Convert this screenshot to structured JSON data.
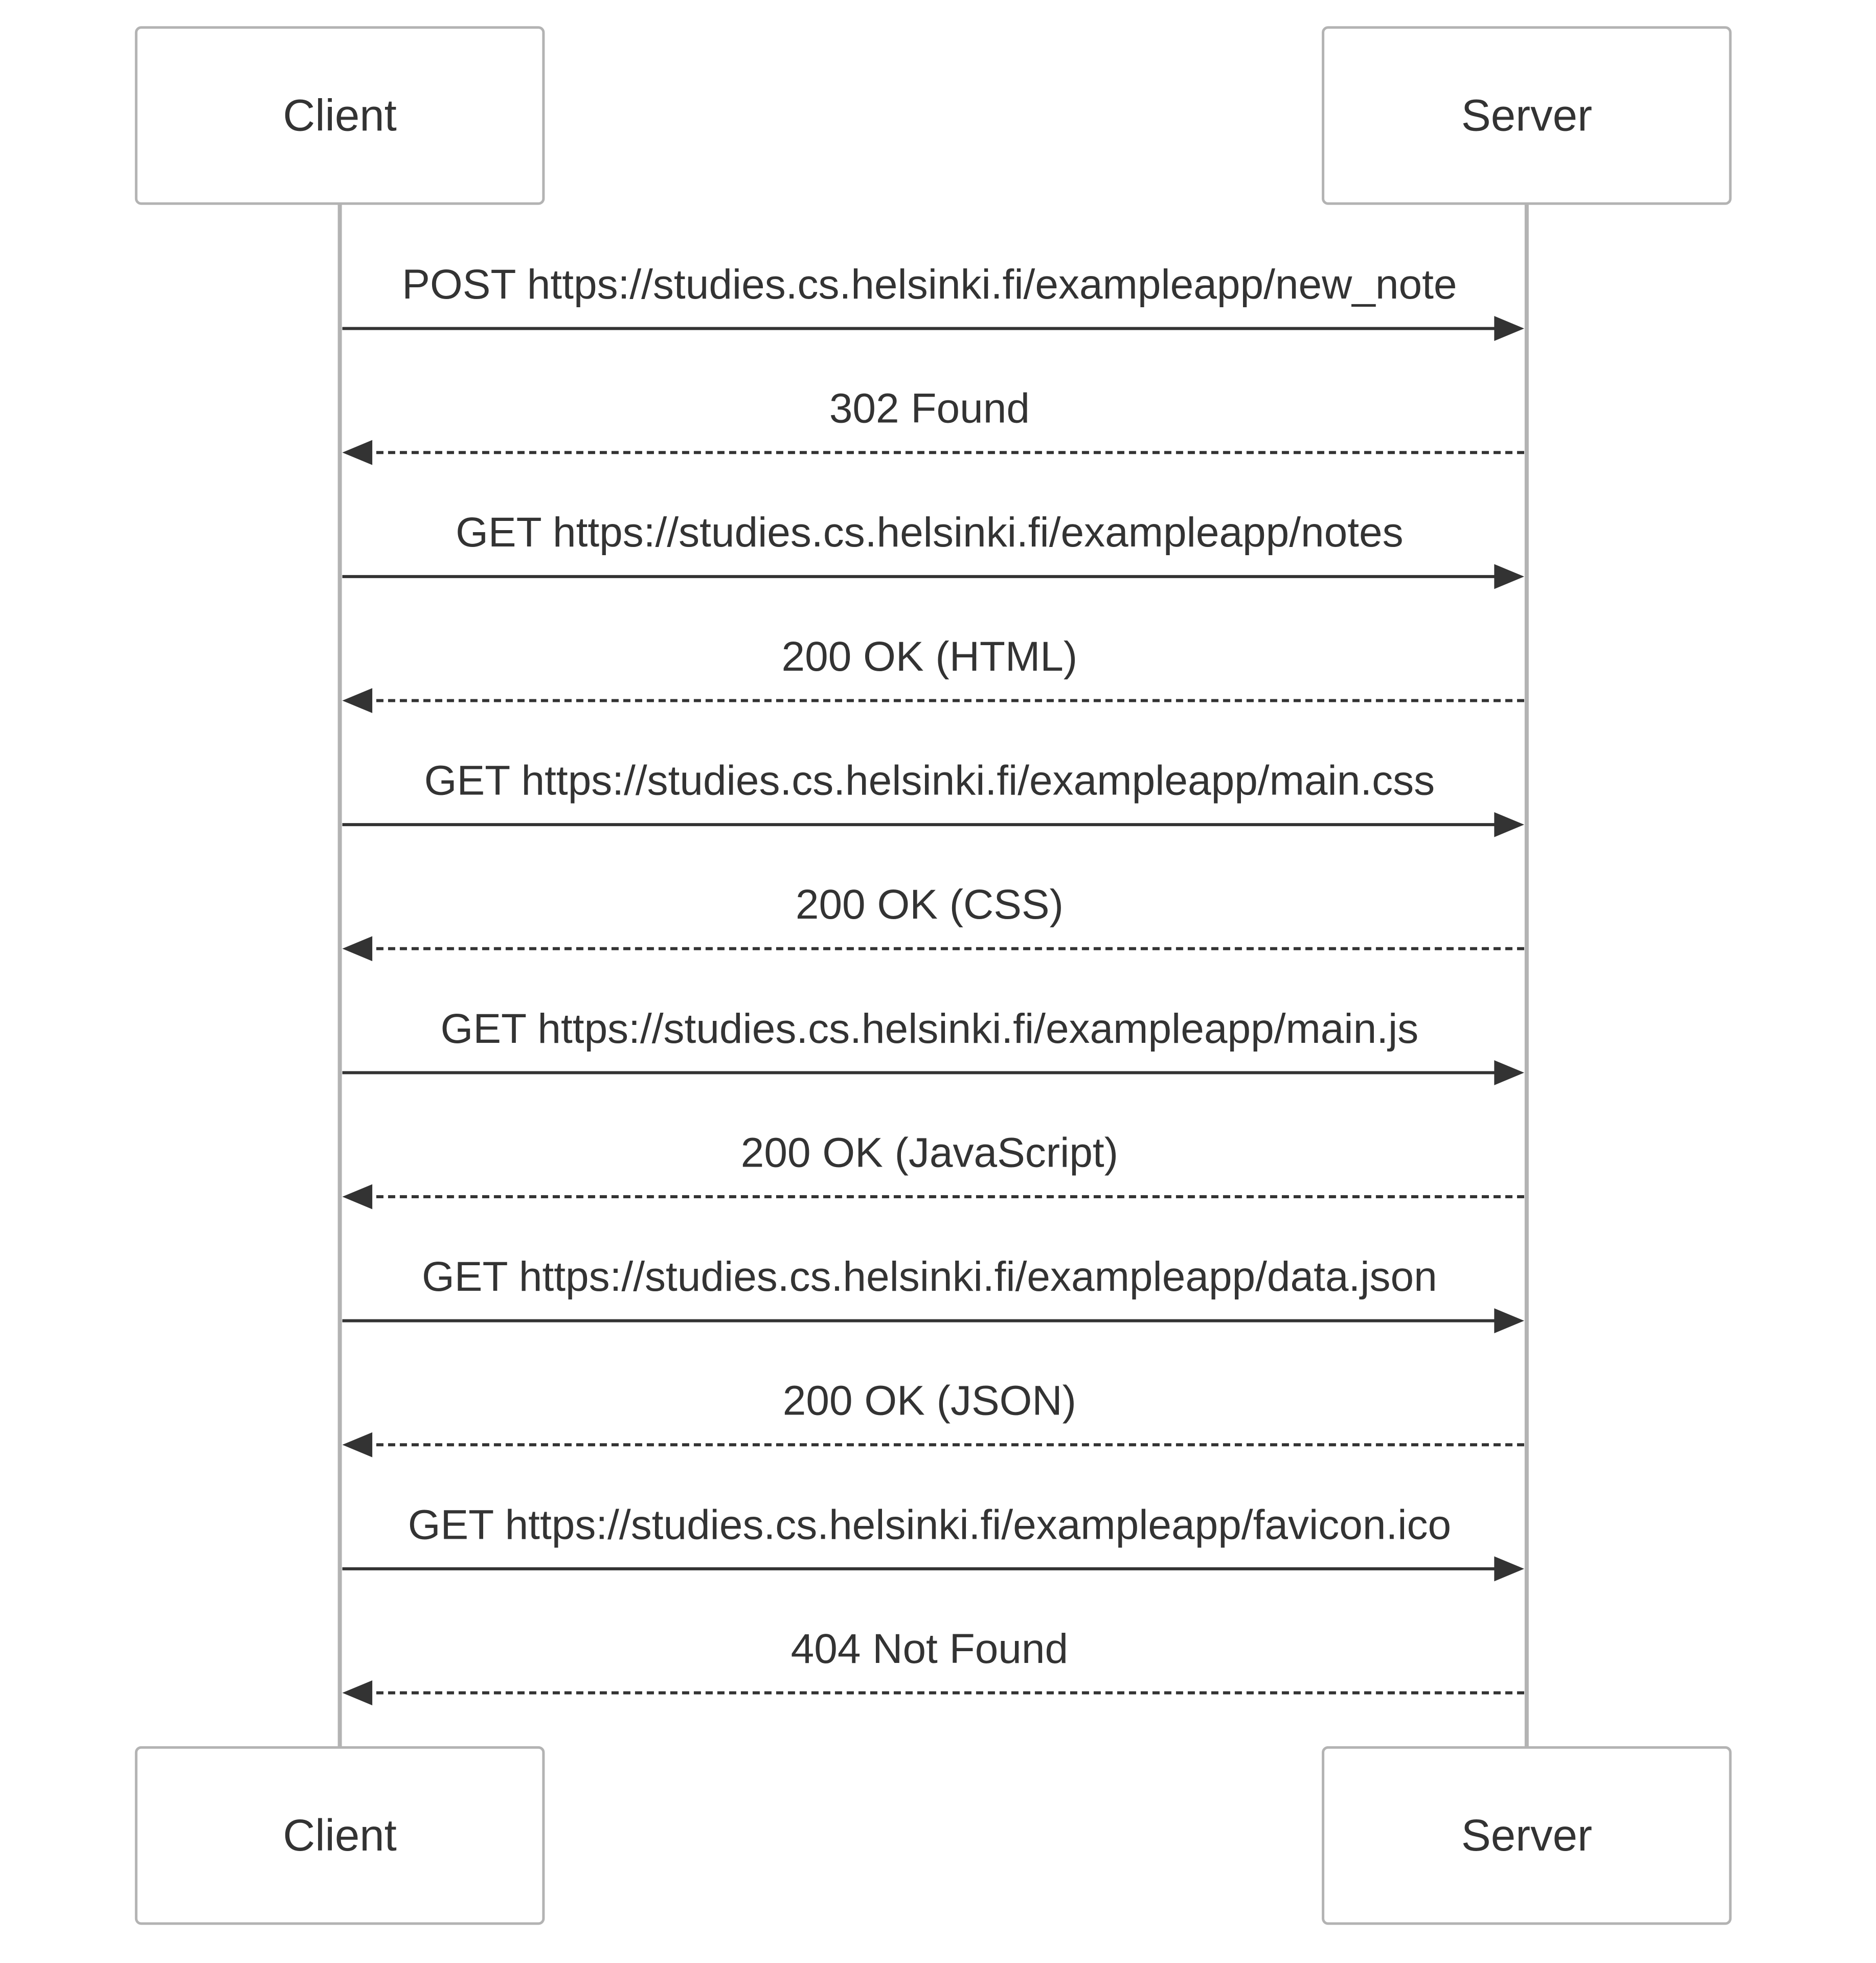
{
  "participants": [
    {
      "id": "client",
      "label": "Client"
    },
    {
      "id": "server",
      "label": "Server"
    }
  ],
  "messages": [
    {
      "from": "client",
      "to": "server",
      "style": "solid",
      "label": "POST https://studies.cs.helsinki.fi/exampleapp/new_note"
    },
    {
      "from": "server",
      "to": "client",
      "style": "dashed",
      "label": "302 Found"
    },
    {
      "from": "client",
      "to": "server",
      "style": "solid",
      "label": "GET https://studies.cs.helsinki.fi/exampleapp/notes"
    },
    {
      "from": "server",
      "to": "client",
      "style": "dashed",
      "label": "200 OK (HTML)"
    },
    {
      "from": "client",
      "to": "server",
      "style": "solid",
      "label": "GET https://studies.cs.helsinki.fi/exampleapp/main.css"
    },
    {
      "from": "server",
      "to": "client",
      "style": "dashed",
      "label": "200 OK (CSS)"
    },
    {
      "from": "client",
      "to": "server",
      "style": "solid",
      "label": "GET https://studies.cs.helsinki.fi/exampleapp/main.js"
    },
    {
      "from": "server",
      "to": "client",
      "style": "dashed",
      "label": "200 OK (JavaScript)"
    },
    {
      "from": "client",
      "to": "server",
      "style": "solid",
      "label": "GET https://studies.cs.helsinki.fi/exampleapp/data.json"
    },
    {
      "from": "server",
      "to": "client",
      "style": "dashed",
      "label": "200 OK (JSON)"
    },
    {
      "from": "client",
      "to": "server",
      "style": "solid",
      "label": "GET https://studies.cs.helsinki.fi/exampleapp/favicon.ico"
    },
    {
      "from": "server",
      "to": "client",
      "style": "dashed",
      "label": "404 Not Found"
    }
  ],
  "colors": {
    "line": "#333333",
    "lifeline": "#b3b3b3",
    "box_border": "#b3b3b3",
    "text": "#333333",
    "background": "#ffffff"
  }
}
